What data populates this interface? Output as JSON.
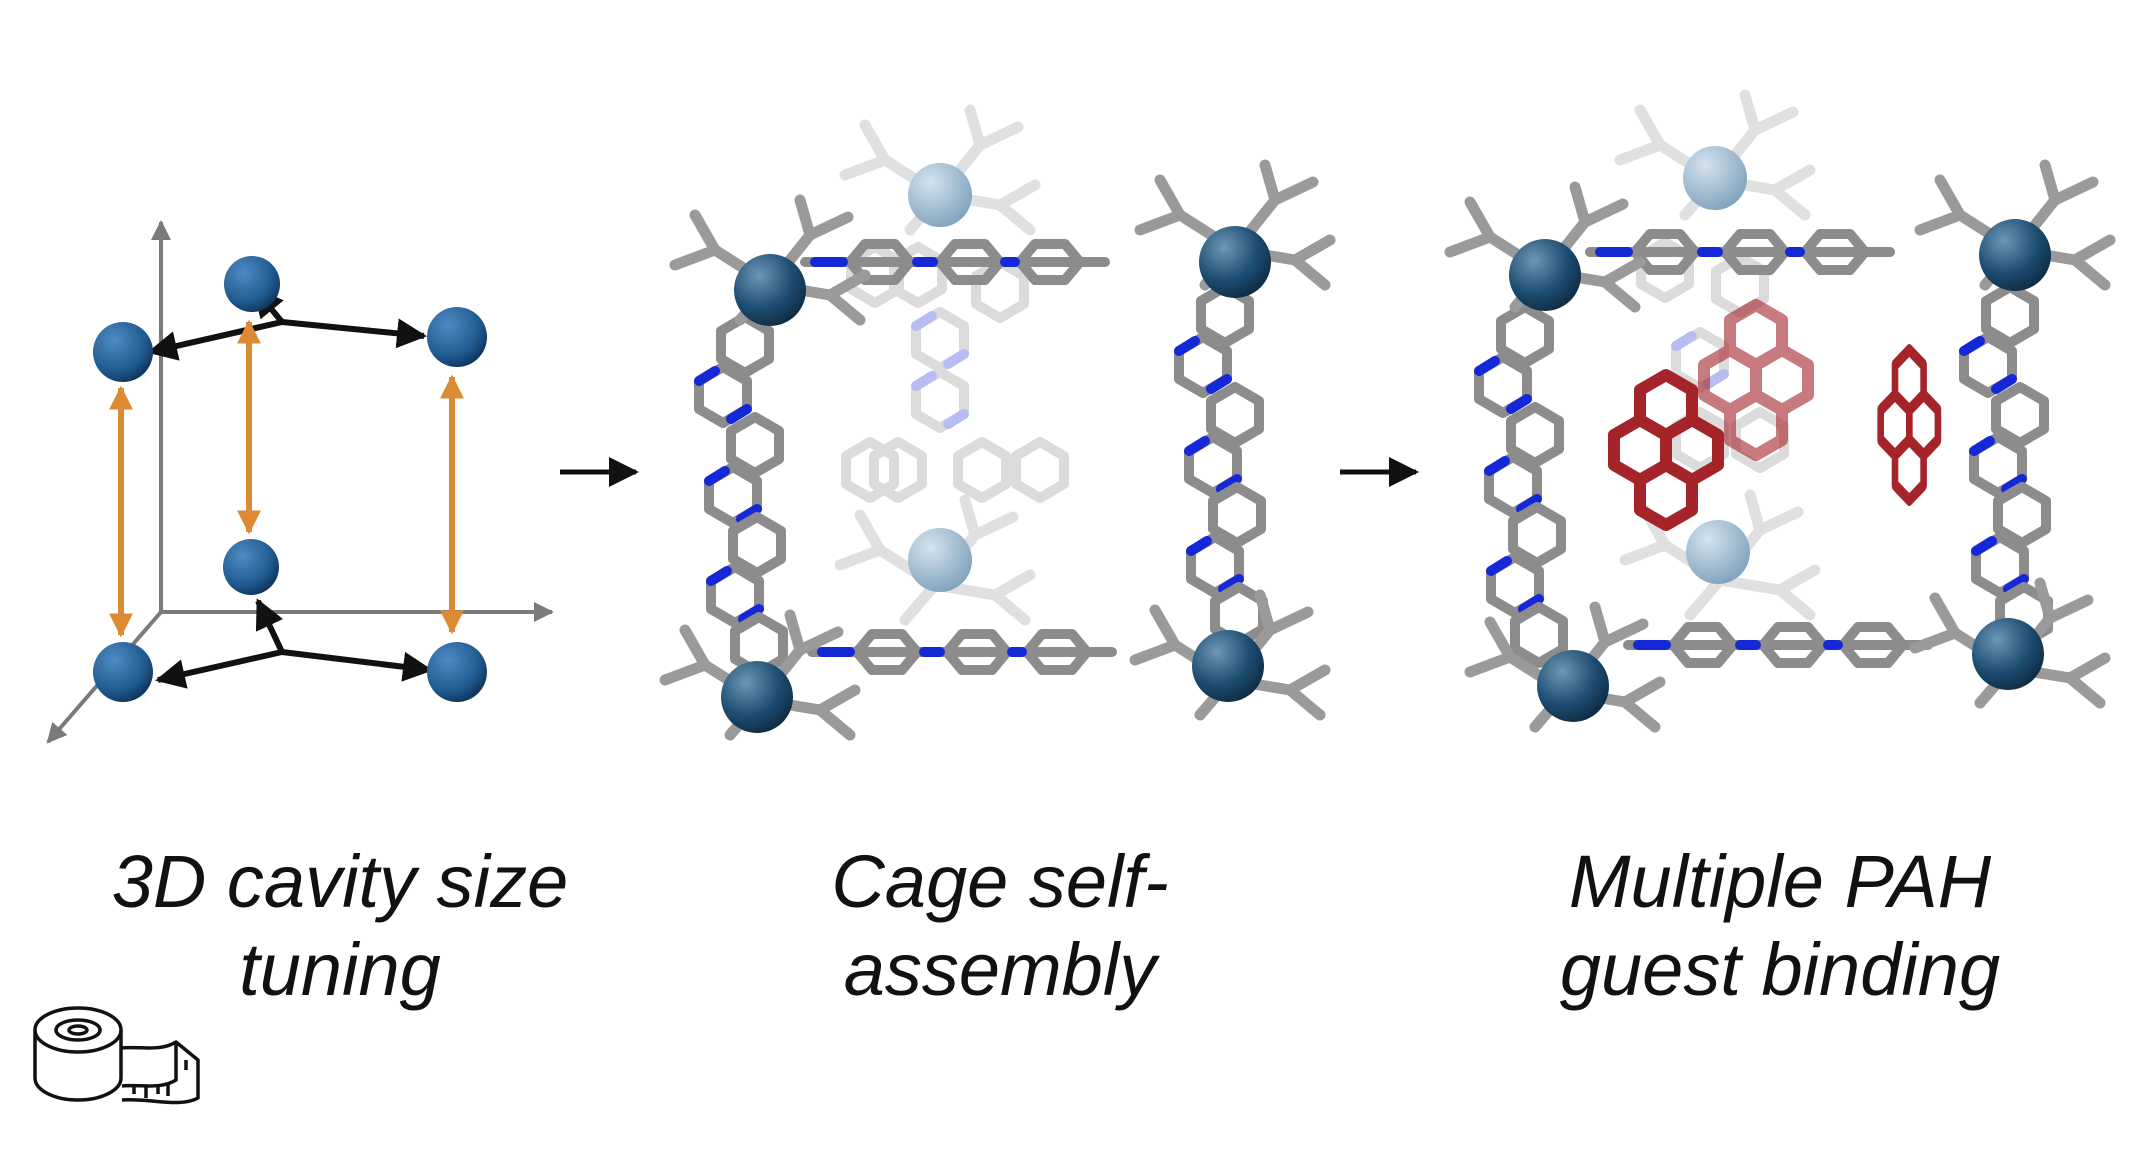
{
  "captions": {
    "step1": {
      "line1": "3D cavity size",
      "line2": "tuning"
    },
    "step2": {
      "line1": "Cage self-",
      "line2": "assembly"
    },
    "step3": {
      "line1": "Multiple PAH",
      "line2": "guest binding"
    }
  },
  "icons": {
    "size_icon": "measuring-tape-icon",
    "flow_arrow": "right-arrow-icon"
  },
  "colors": {
    "metal_node": "#1f5a8f",
    "metal_node_faded": "#8fb0c9",
    "metal_node_dark": "#1c4a6b",
    "ligand_carbon": "#8c8c8c",
    "ligand_nitrogen": "#1428d8",
    "vertical_vector": "#dc8a33",
    "axis": "#7a7a7a",
    "guest_pah": "#a5242a",
    "guest_pah_faded": "#c4646a"
  }
}
